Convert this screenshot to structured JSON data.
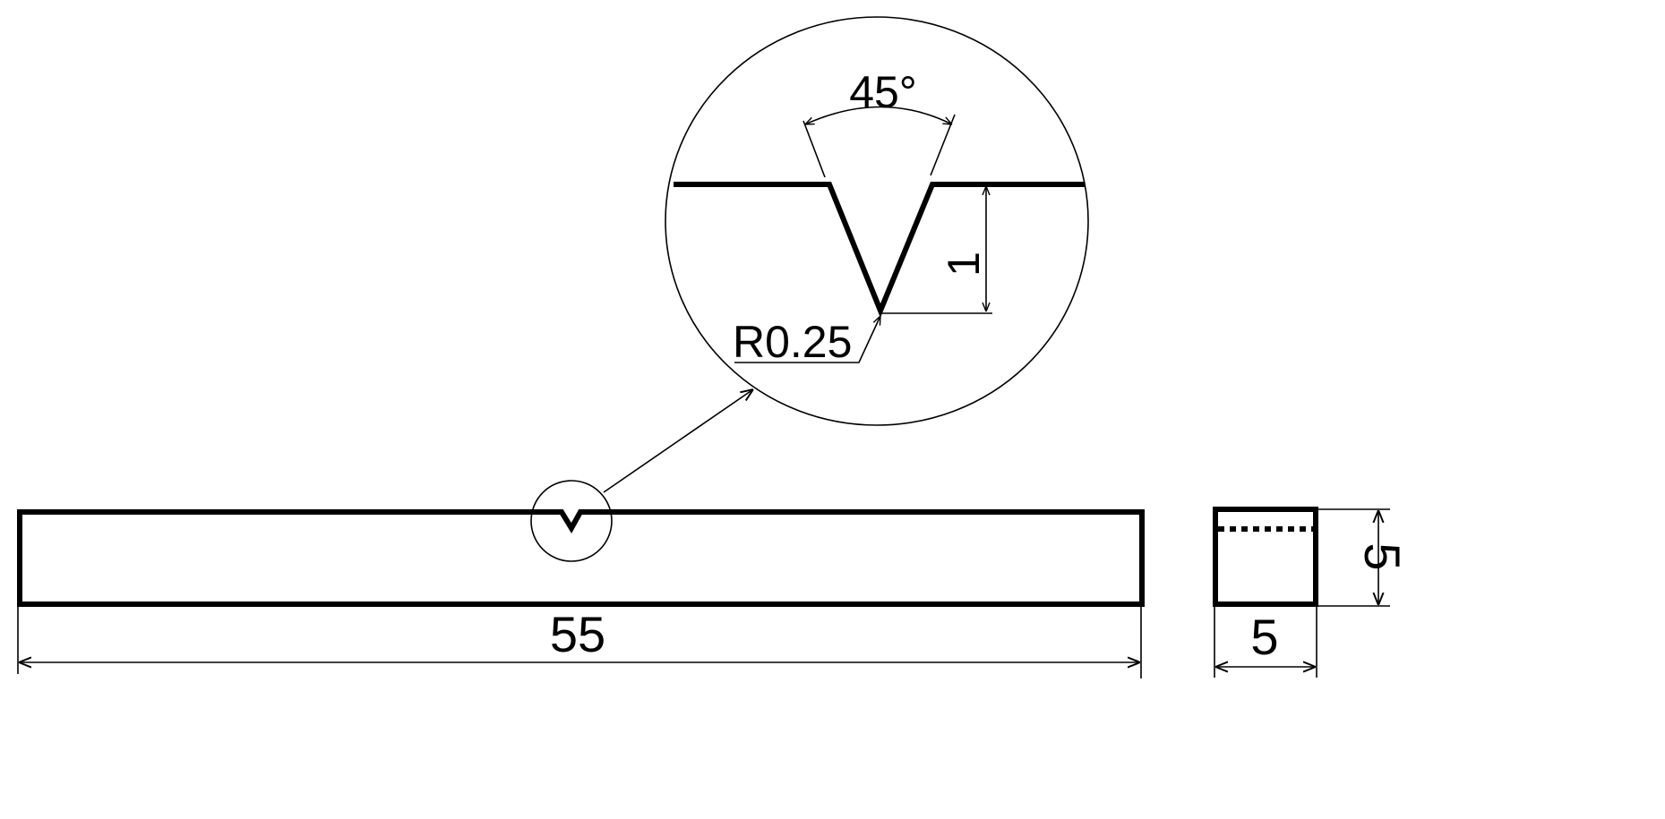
{
  "drawing": {
    "detail": {
      "angle_label": "45°",
      "depth_label": "1",
      "radius_label": "R0.25"
    },
    "side_view": {
      "length_label": "55"
    },
    "end_view": {
      "width_label": "5",
      "height_label": "5"
    },
    "colors": {
      "line": "#000000",
      "background": "#ffffff"
    }
  }
}
